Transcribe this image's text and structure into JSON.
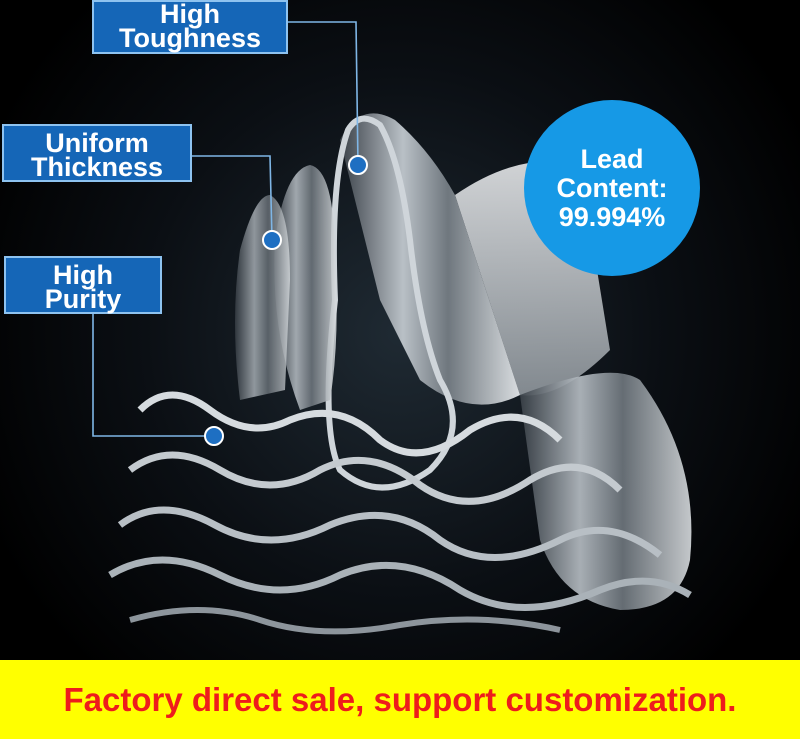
{
  "labels": {
    "toughness": {
      "line1": "High",
      "line2": "Toughness"
    },
    "uniform": {
      "line1": "Uniform",
      "line2": "Thickness"
    },
    "purity": {
      "line1": "High",
      "line2": "Purity"
    }
  },
  "badge": {
    "line1": "Lead",
    "line2": "Content:",
    "line3": "99.994%"
  },
  "banner": {
    "text": "Factory direct sale, support customization."
  },
  "colors": {
    "label_bg": "#1566b7",
    "badge_bg": "#1699e6",
    "banner_bg": "#ffff00",
    "banner_text": "#ee1c1c"
  },
  "icons": [
    "marker-dot-icon"
  ]
}
